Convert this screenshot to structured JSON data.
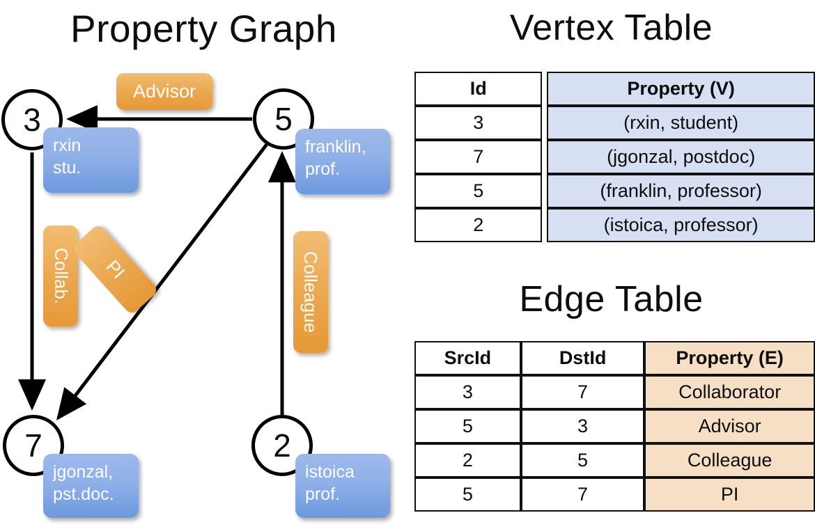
{
  "titles": {
    "property_graph": "Property Graph",
    "vertex_table": "Vertex Table",
    "edge_table": "Edge Table"
  },
  "graph": {
    "nodes": [
      {
        "id": "3",
        "property_label": "rxin\nstu.",
        "line1": "rxin",
        "line2": "stu."
      },
      {
        "id": "5",
        "property_label": "franklin, prof.",
        "line1": "franklin,",
        "line2": "prof."
      },
      {
        "id": "7",
        "property_label": "jgonzal, pst.doc.",
        "line1": "jgonzal,",
        "line2": "pst.doc."
      },
      {
        "id": "2",
        "property_label": "istoica prof.",
        "line1": "istoica",
        "line2": "prof."
      }
    ],
    "edge_labels": [
      {
        "name": "advisor",
        "text": "Advisor"
      },
      {
        "name": "collab",
        "text": "Collab."
      },
      {
        "name": "pi",
        "text": "PI"
      },
      {
        "name": "colleague",
        "text": "Colleague"
      }
    ],
    "colors": {
      "vertex_box": "#8fb0e8",
      "edge_box": "#eaa850",
      "node_stroke": "#000000",
      "edge_stroke": "#000000"
    }
  },
  "vertex_table": {
    "headers": [
      "Id",
      "Property (V)"
    ],
    "rows": [
      {
        "id": "3",
        "property": "(rxin, student)"
      },
      {
        "id": "7",
        "property": "(jgonzal, postdoc)"
      },
      {
        "id": "5",
        "property": "(franklin, professor)"
      },
      {
        "id": "2",
        "property": "(istoica, professor)"
      }
    ],
    "fill_color": "#d6e0f2"
  },
  "edge_table": {
    "headers": [
      "SrcId",
      "DstId",
      "Property (E)"
    ],
    "rows": [
      {
        "src": "3",
        "dst": "7",
        "property": "Collaborator"
      },
      {
        "src": "5",
        "dst": "3",
        "property": "Advisor"
      },
      {
        "src": "2",
        "dst": "5",
        "property": "Colleague"
      },
      {
        "src": "5",
        "dst": "7",
        "property": "PI"
      }
    ],
    "fill_color": "#f6dfc4"
  }
}
